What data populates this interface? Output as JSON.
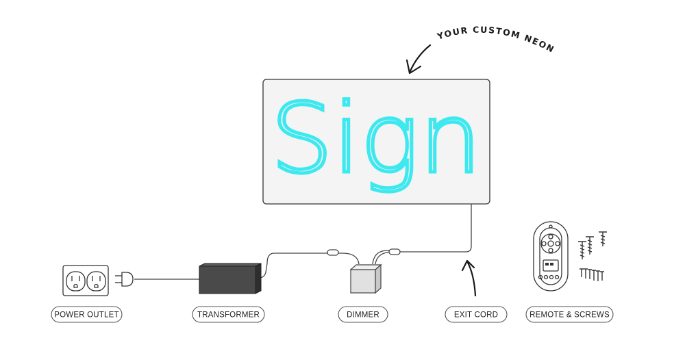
{
  "sign": {
    "text": "Sign",
    "neon_color": "#3ee8ef",
    "panel_color": "#f4f4f4"
  },
  "annotation": {
    "text": "YOUR CUSTOM NEON"
  },
  "labels": {
    "power_outlet": "POWER OUTLET",
    "transformer": "TRANSFORMER",
    "dimmer": "DIMMER",
    "exit_cord": "EXIT CORD",
    "remote_screws": "REMOTE & SCREWS"
  },
  "colors": {
    "stroke": "#333333",
    "transformer": "#4a4a4a",
    "dimmer": "#d9d9d9"
  }
}
